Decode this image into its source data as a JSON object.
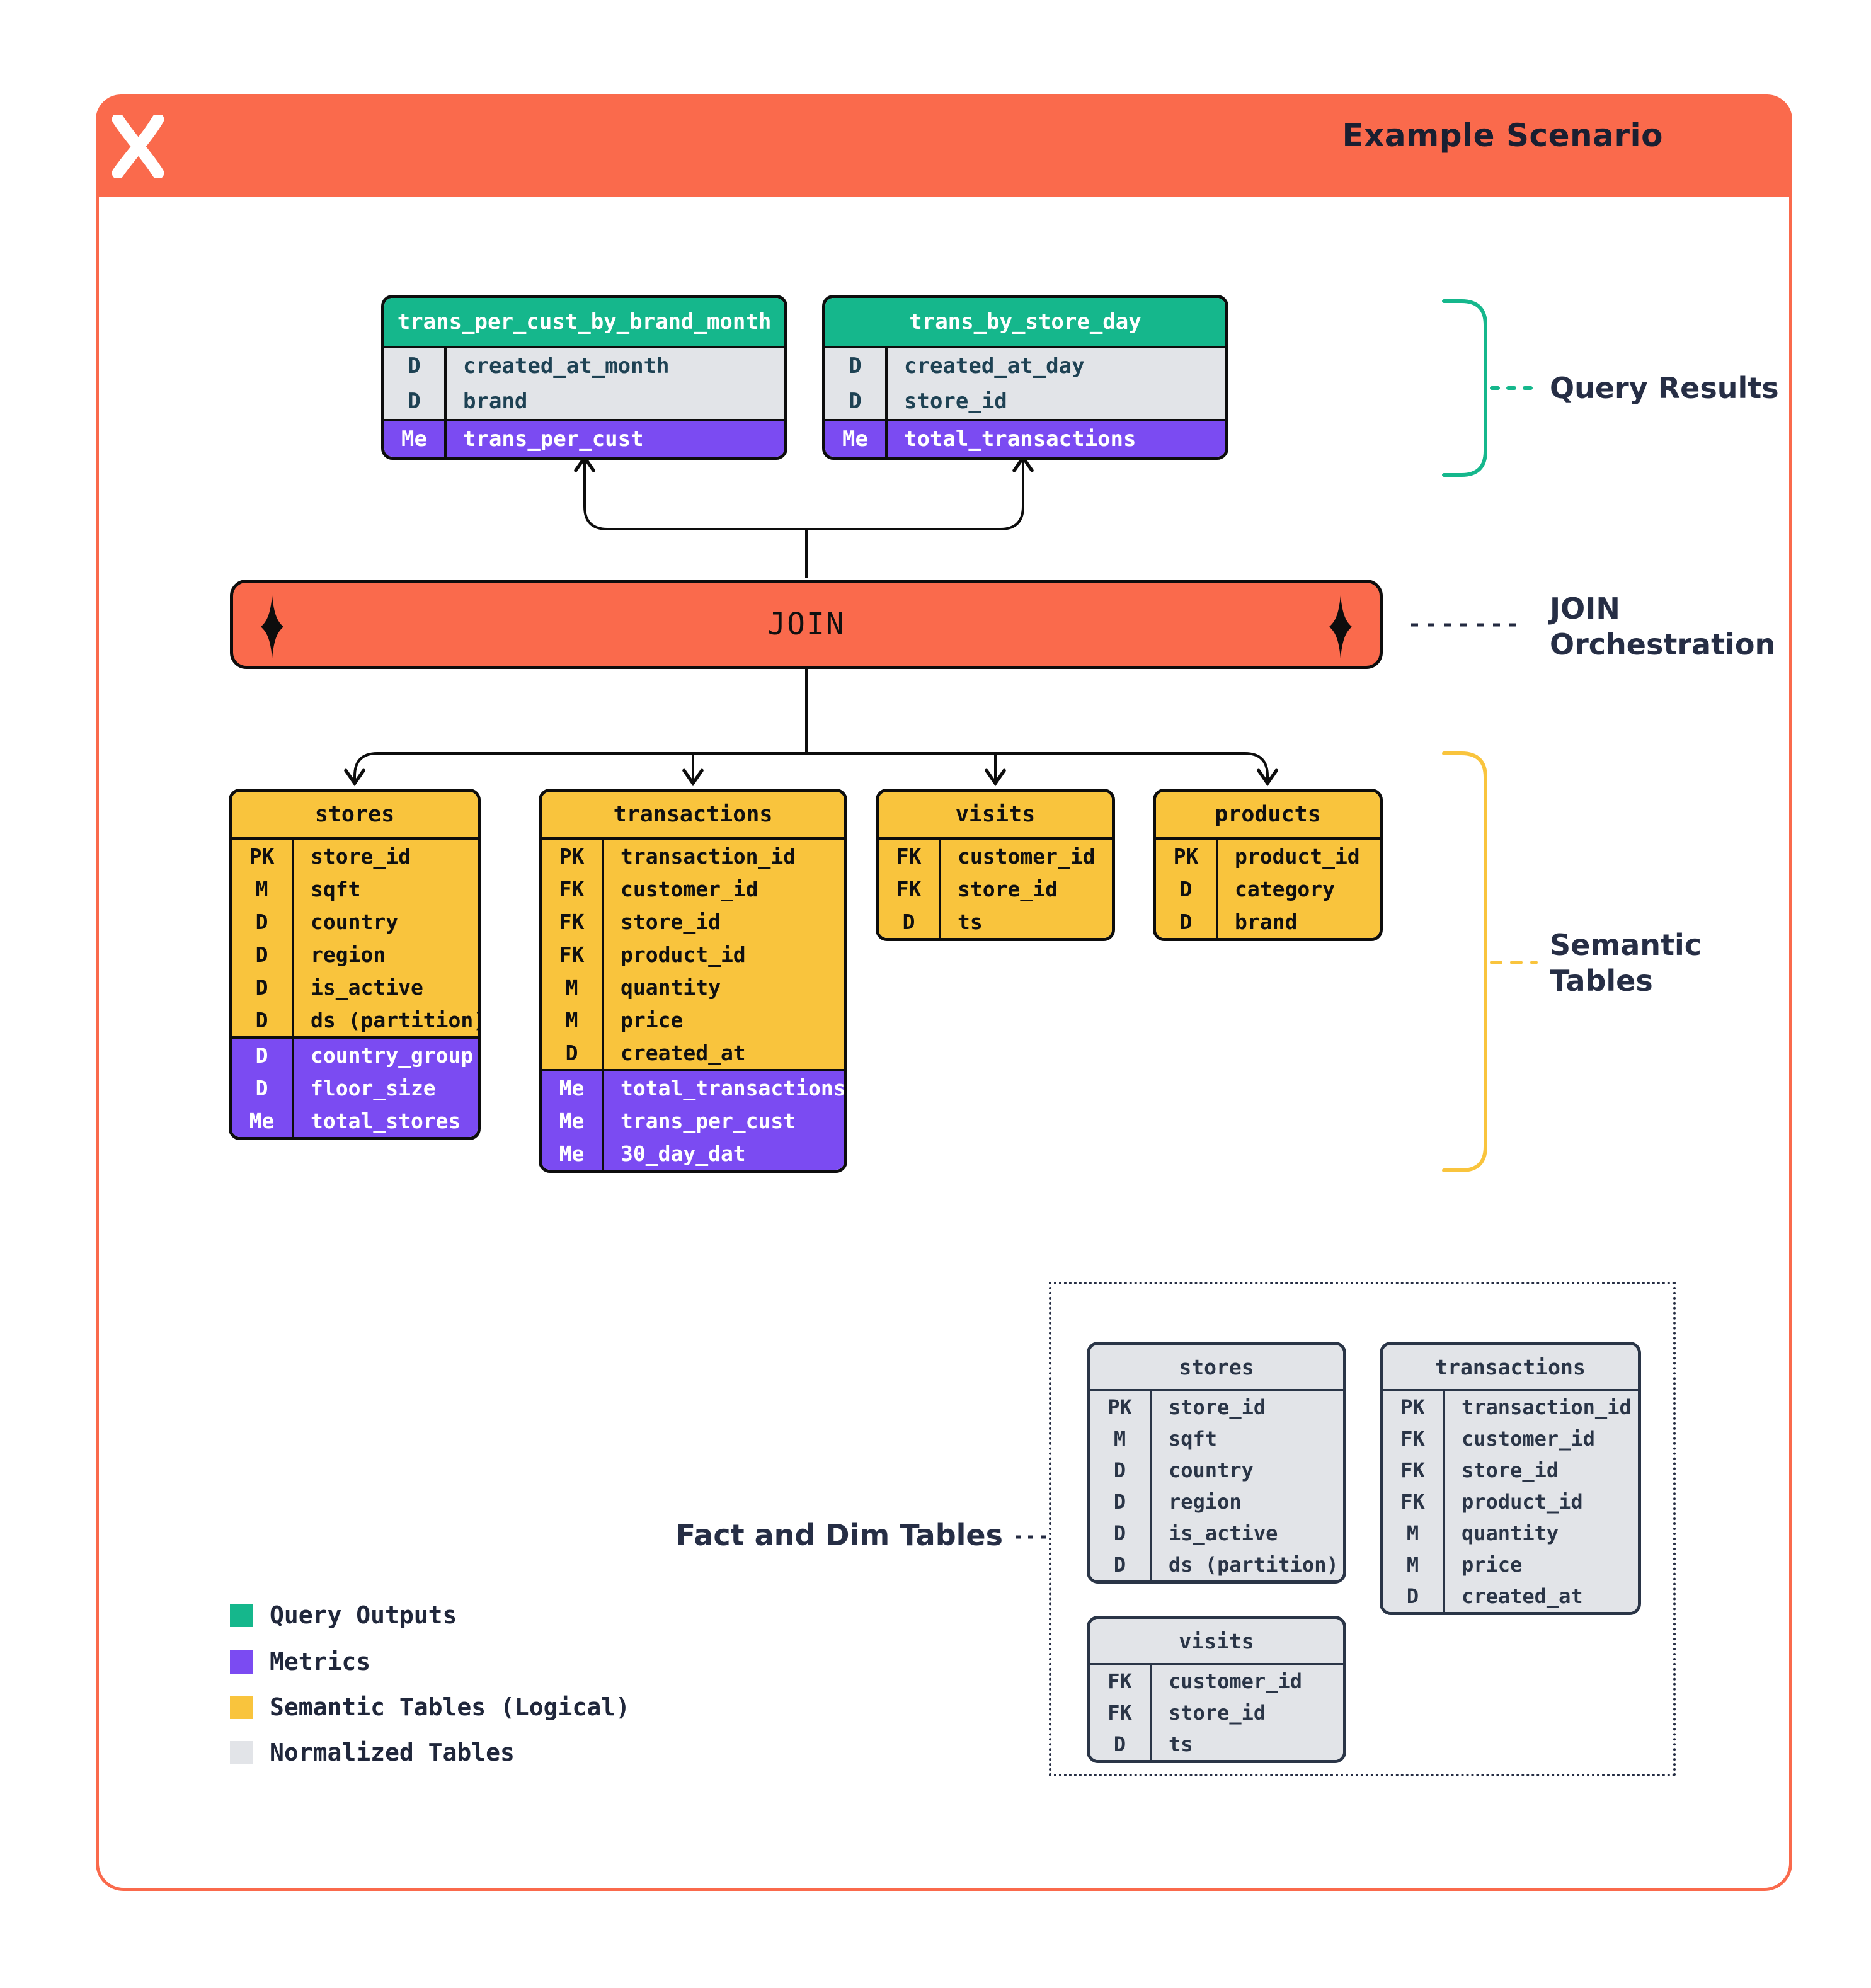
{
  "header": {
    "title": "Example Scenario"
  },
  "icons": {
    "logo": "x-cross-logo",
    "join_ornament": "four-point-star-icon"
  },
  "colors": {
    "orange": "#FA6A4C",
    "green": "#15B78C",
    "purple": "#7B4BF2",
    "yellow": "#F9C43D",
    "gray": "#E2E4E8",
    "navy": "#262E45",
    "black": "#0d0d0d"
  },
  "labels": {
    "query_results": "Query Results",
    "join_line1": "JOIN",
    "join_line2": "Orchestration",
    "semantic_line1": "Semantic",
    "semantic_line2": "Tables",
    "fact_dim": "Fact and Dim Tables"
  },
  "join_bar": {
    "label": "JOIN"
  },
  "query_tables": [
    {
      "name": "trans_per_cust_by_brand_month",
      "dims": [
        [
          "D",
          "created_at_month"
        ],
        [
          "D",
          "brand"
        ]
      ],
      "metrics": [
        [
          "Me",
          "trans_per_cust"
        ]
      ]
    },
    {
      "name": "trans_by_store_day",
      "dims": [
        [
          "D",
          "created_at_day"
        ],
        [
          "D",
          "store_id"
        ]
      ],
      "metrics": [
        [
          "Me",
          "total_transactions"
        ]
      ]
    }
  ],
  "semantic_tables": [
    {
      "name": "stores",
      "rows": [
        [
          "PK",
          "store_id"
        ],
        [
          "M",
          "sqft"
        ],
        [
          "D",
          "country"
        ],
        [
          "D",
          "region"
        ],
        [
          "D",
          "is_active"
        ],
        [
          "D",
          "ds (partition)"
        ]
      ],
      "metric_rows": [
        [
          "D",
          "country_group"
        ],
        [
          "D",
          "floor_size"
        ],
        [
          "Me",
          "total_stores"
        ]
      ]
    },
    {
      "name": "transactions",
      "rows": [
        [
          "PK",
          "transaction_id"
        ],
        [
          "FK",
          "customer_id"
        ],
        [
          "FK",
          "store_id"
        ],
        [
          "FK",
          "product_id"
        ],
        [
          "M",
          "quantity"
        ],
        [
          "M",
          "price"
        ],
        [
          "D",
          "created_at"
        ]
      ],
      "metric_rows": [
        [
          "Me",
          "total_transactions"
        ],
        [
          "Me",
          "trans_per_cust"
        ],
        [
          "Me",
          "30_day_dat"
        ]
      ]
    },
    {
      "name": "visits",
      "rows": [
        [
          "FK",
          "customer_id"
        ],
        [
          "FK",
          "store_id"
        ],
        [
          "D",
          "ts"
        ]
      ],
      "metric_rows": []
    },
    {
      "name": "products",
      "rows": [
        [
          "PK",
          "product_id"
        ],
        [
          "D",
          "category"
        ],
        [
          "D",
          "brand"
        ]
      ],
      "metric_rows": []
    }
  ],
  "normalized_tables": [
    {
      "name": "stores",
      "rows": [
        [
          "PK",
          "store_id"
        ],
        [
          "M",
          "sqft"
        ],
        [
          "D",
          "country"
        ],
        [
          "D",
          "region"
        ],
        [
          "D",
          "is_active"
        ],
        [
          "D",
          "ds (partition)"
        ]
      ]
    },
    {
      "name": "transactions",
      "rows": [
        [
          "PK",
          "transaction_id"
        ],
        [
          "FK",
          "customer_id"
        ],
        [
          "FK",
          "store_id"
        ],
        [
          "FK",
          "product_id"
        ],
        [
          "M",
          "quantity"
        ],
        [
          "M",
          "price"
        ],
        [
          "D",
          "created_at"
        ]
      ]
    },
    {
      "name": "visits",
      "rows": [
        [
          "FK",
          "customer_id"
        ],
        [
          "FK",
          "store_id"
        ],
        [
          "D",
          "ts"
        ]
      ]
    }
  ],
  "legend": [
    {
      "color": "#15B78C",
      "label": "Query Outputs"
    },
    {
      "color": "#7B4BF2",
      "label": "Metrics"
    },
    {
      "color": "#F9C43D",
      "label": "Semantic Tables (Logical)"
    },
    {
      "color": "#E2E4E8",
      "label": "Normalized Tables"
    }
  ]
}
